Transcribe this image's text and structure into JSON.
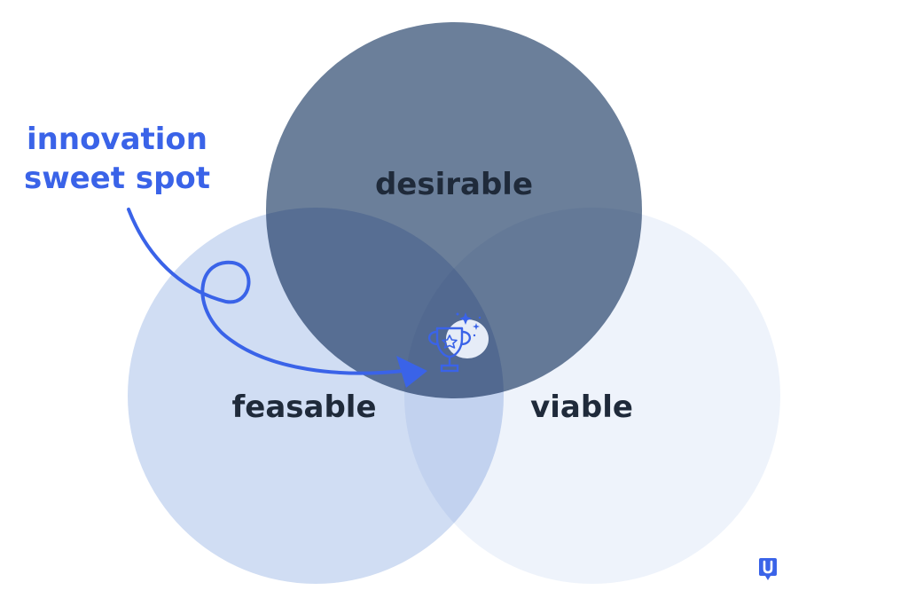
{
  "diagram": {
    "callout": {
      "line1": "innovation",
      "line2": "sweet spot"
    },
    "circles": {
      "desirable": {
        "label": "desirable",
        "color": "#6b7f9a"
      },
      "feasable": {
        "label": "feasable",
        "color": "#d0ddf3"
      },
      "viable": {
        "label": "viable",
        "color": "#eef3fb"
      }
    },
    "accent_color": "#3a63e8",
    "center_icon": "trophy-icon",
    "logo_icon": "u-logo-icon"
  }
}
